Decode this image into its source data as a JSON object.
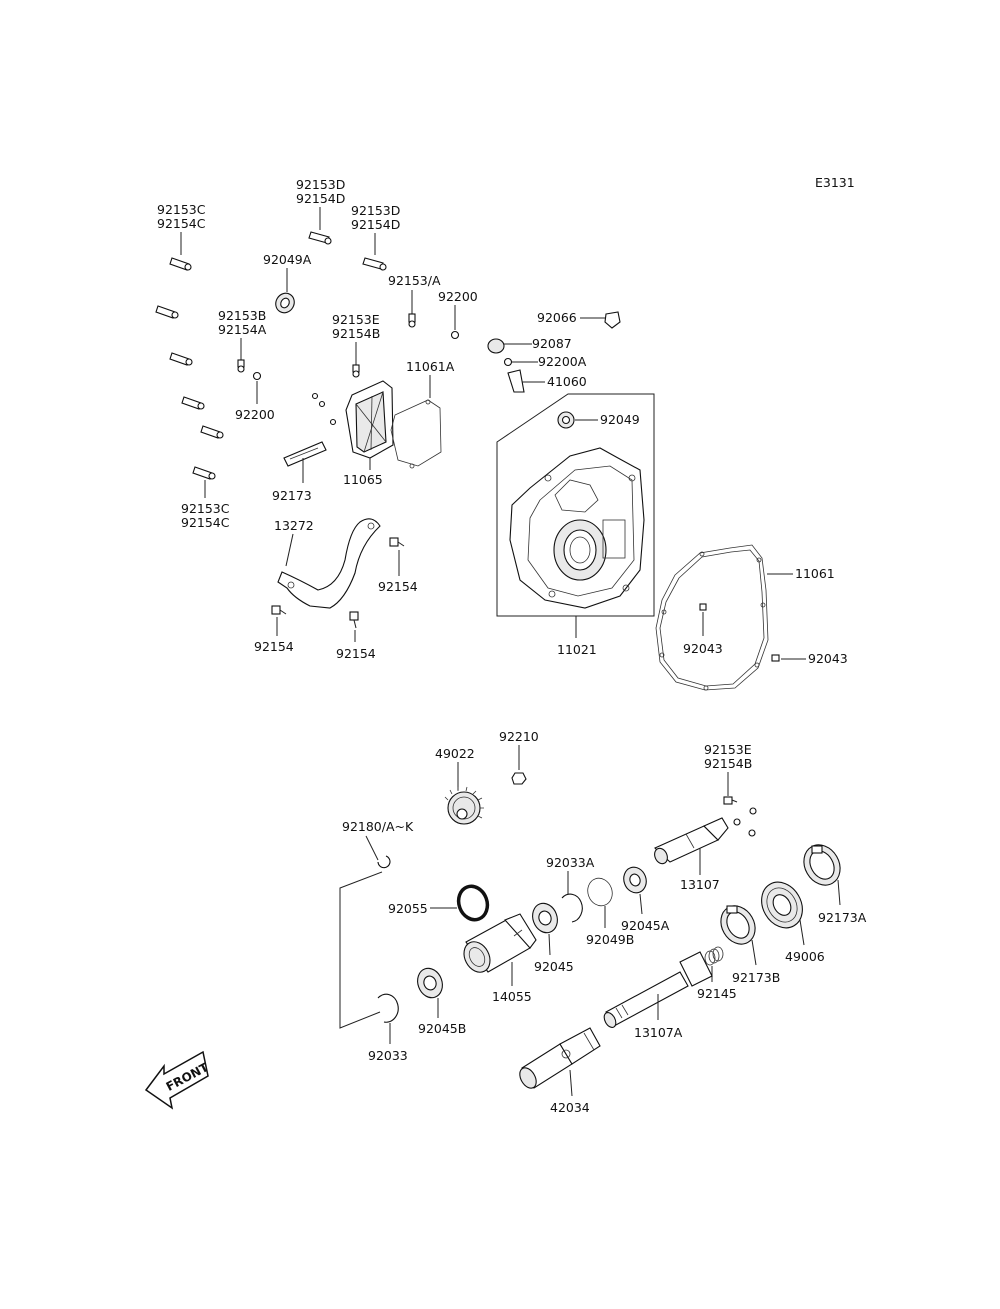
{
  "diagram_code": "E3131",
  "front_label": "FRONT",
  "labels": {
    "l92153d_a": "92153D",
    "l92154d_a": "92154D",
    "l92153c_a": "92153C",
    "l92154c_a": "92154C",
    "l92153d_b": "92153D",
    "l92154d_b": "92154D",
    "l92049a": "92049A",
    "l92153_a": "92153/A",
    "l92200_a": "92200",
    "l92066": "92066",
    "l92153b": "92153B",
    "l92154a": "92154A",
    "l92153e_a": "92153E",
    "l92154b_a": "92154B",
    "l92087": "92087",
    "l92200a": "92200A",
    "l11061a": "11061A",
    "l41060": "41060",
    "l92200_b": "92200",
    "l92049": "92049",
    "l92173": "92173",
    "l11065": "11065",
    "l92153c_b": "92153C",
    "l92154c_b": "92154C",
    "l13272": "13272",
    "l92154_a": "92154",
    "l92154_b": "92154",
    "l92154_c": "92154",
    "l11061": "11061",
    "l92043_a": "92043",
    "l92043_b": "92043",
    "l11021": "11021",
    "l92210": "92210",
    "l49022": "49022",
    "l92153e_b": "92153E",
    "l92154b_b": "92154B",
    "l92180": "92180/A~K",
    "l92033a": "92033A",
    "l13107": "13107",
    "l92055": "92055",
    "l92045a": "92045A",
    "l92173a": "92173A",
    "l92049b": "92049B",
    "l92045": "92045",
    "l14055": "14055",
    "l49006": "49006",
    "l92173b": "92173B",
    "l92145": "92145",
    "l92045b": "92045B",
    "l13107a": "13107A",
    "l92033": "92033",
    "l42034": "42034"
  }
}
